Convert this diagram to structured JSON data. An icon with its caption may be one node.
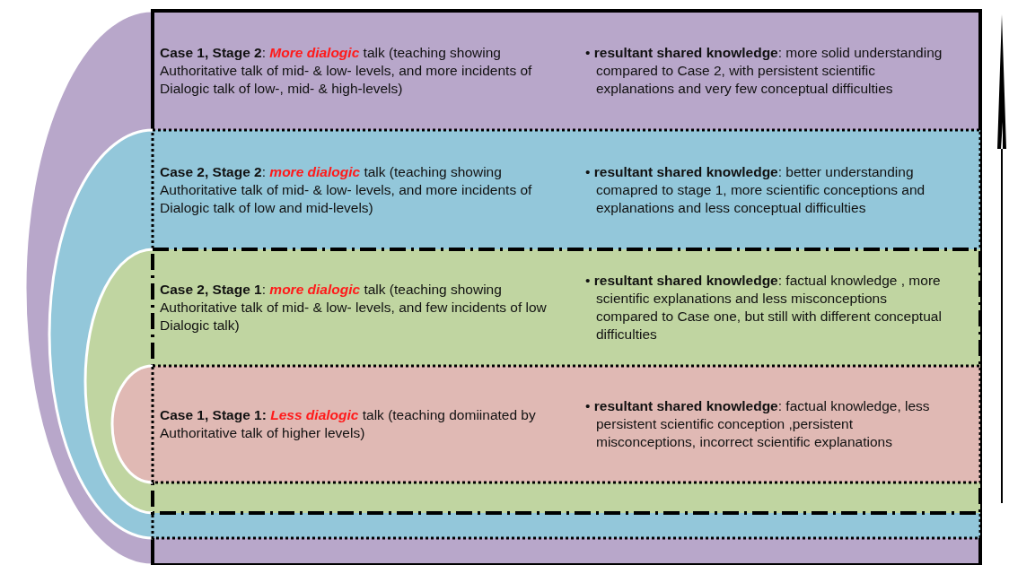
{
  "diagram": {
    "nodes": [
      {
        "text": [
          "**Case 1, Stage 2**: *More dialogic* talk (teaching showing Authoritative talk of mid- & low- levels, and more incidents of Dialogic talk of low-, mid- & high-levels)",
          "• **resultant shared knowledge**: more solid understanding compared to Case 2,  with persistent scientific explanations and very few conceptual difficulties"
        ]
      },
      {
        "text": [
          "**Case 2, Stage 2**: *more dialogic* talk (teaching showing Authoritative talk of mid- & low- levels, and more incidents of Dialogic talk of low and mid-levels)",
          "• **resultant shared knowledge**: better understanding comapred to stage 1, more scientific conceptions and explanations and less conceptual difficulties"
        ],
        "in": 0
      },
      {
        "text": [
          "**Case 2, Stage 1**: *more dialogic* talk (teaching showing Authoritative talk of mid- & low- levels, and few incidents of low Dialogic talk)",
          "• **resultant shared knowledge**: factual knowledge , more scientific explanations and less misconceptions compared to Case one, but still with different conceptual difficulties"
        ],
        "in": 1
      },
      {
        "text": [
          "**Case 1, Stage 1:** *Less dialogic* talk (teaching domiinated by Authoritative talk of higher levels)",
          "• **resultant shared knowledge**: factual knowledge, less persistent scientific conception ,persistent misconceptions, incorrect scientific explanations"
        ],
        "in": 2
      }
    ]
  }
}
